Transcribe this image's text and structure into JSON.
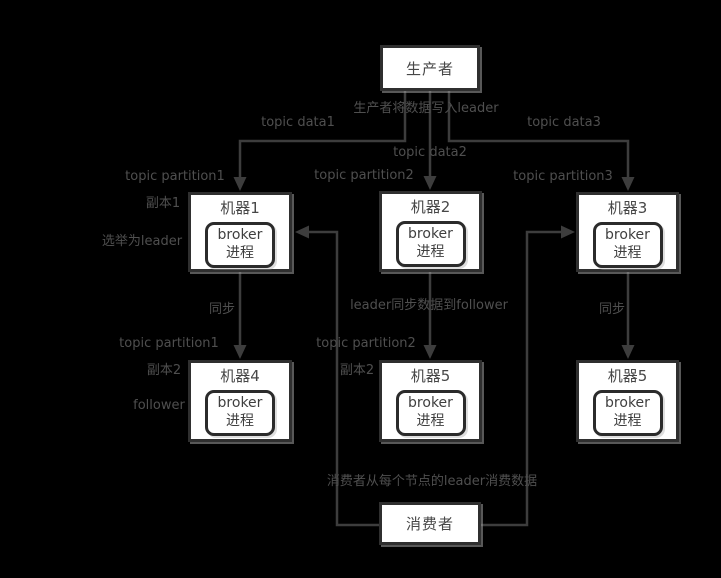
{
  "diagram": {
    "title_hint": "kafka-producer-broker-consumer-diagram",
    "producer": {
      "label": "生产者"
    },
    "consumer": {
      "label": "消费者"
    },
    "machines": [
      {
        "title": "机器1",
        "process_line1": "broker",
        "process_line2": "进程"
      },
      {
        "title": "机器2",
        "process_line1": "broker",
        "process_line2": "进程"
      },
      {
        "title": "机器3",
        "process_line1": "broker",
        "process_line2": "进程"
      },
      {
        "title": "机器4",
        "process_line1": "broker",
        "process_line2": "进程"
      },
      {
        "title": "机器5",
        "process_line1": "broker",
        "process_line2": "进程"
      },
      {
        "title": "机器5",
        "process_line1": "broker",
        "process_line2": "进程"
      }
    ]
  },
  "labels": {
    "producer_write": "生产者将数据写入leader",
    "topic_data1": "topic data1",
    "topic_data2": "topic data2",
    "topic_data3": "topic data3",
    "topic_partition1_top": "topic partition1",
    "topic_partition2_top": "topic partition2",
    "topic_partition3": "topic partition3",
    "replica1": "副本1",
    "elected_leader": "选举为leader",
    "sync_left": "同步",
    "leader_sync": "leader同步数据到follower",
    "topic_partition1_bottom": "topic partition1",
    "topic_partition2_bottom": "topic partition2",
    "replica2_left": "副本2",
    "replica2_mid": "副本2",
    "follower": "follower",
    "sync_right": "同步",
    "consumer_read": "消费者从每个节点的leader消费数据"
  },
  "colors": {
    "background": "#000000",
    "box_fill": "#ffffff",
    "box_border": "#2f2f2f",
    "line": "#3d3d3d",
    "label_text": "#4f4f4f"
  }
}
